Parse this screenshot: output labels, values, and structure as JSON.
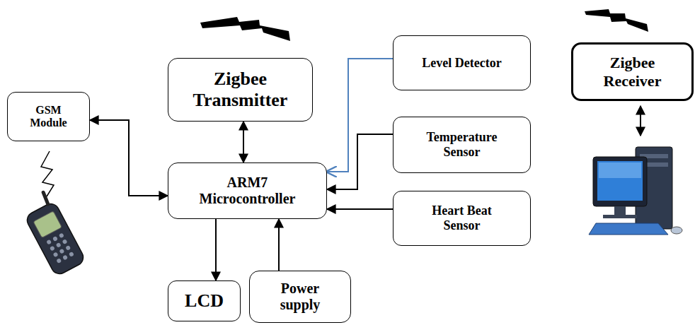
{
  "diagram": {
    "nodes": [
      {
        "text": [
          "GSM Module"
        ]
      },
      {
        "text": [
          "Zigbee Transmitter"
        ]
      },
      {
        "text": [
          "ARM7 Microcontroller"
        ]
      },
      {
        "text": [
          "Level Detector"
        ]
      },
      {
        "text": [
          "Temperature Sensor"
        ]
      },
      {
        "text": [
          "Heart Beat Sensor"
        ]
      },
      {
        "text": [
          "LCD"
        ]
      },
      {
        "text": [
          "Power supply"
        ]
      },
      {
        "text": [
          "Zigbee Receiver"
        ]
      }
    ],
    "edges": [
      {
        "from": 0,
        "to": 2,
        "arrow": "both"
      },
      {
        "from": 1,
        "to": 2,
        "arrow": "both"
      },
      {
        "from": 3,
        "to": 2,
        "arrow": "to"
      },
      {
        "from": 4,
        "to": 2,
        "arrow": "to"
      },
      {
        "from": 5,
        "to": 2,
        "arrow": "to"
      },
      {
        "from": 2,
        "to": 6,
        "arrow": "to"
      },
      {
        "from": 7,
        "to": 2,
        "arrow": "to"
      }
    ]
  }
}
